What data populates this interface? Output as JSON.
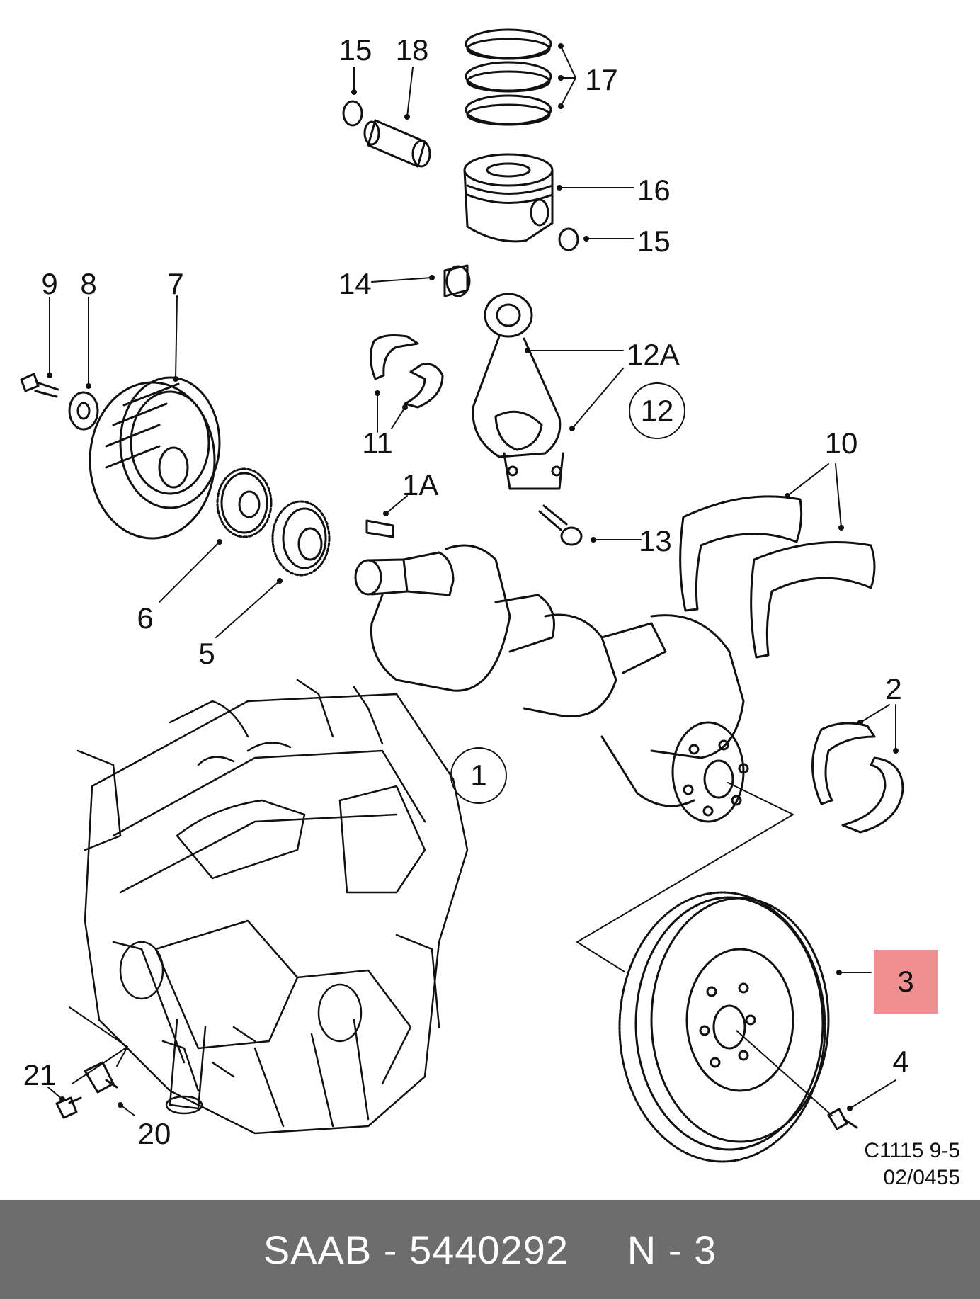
{
  "callouts": {
    "c15a": "15",
    "c18": "18",
    "c17": "17",
    "c16": "16",
    "c15b": "15",
    "c14": "14",
    "c9": "9",
    "c8": "8",
    "c7": "7",
    "c12a": "12A",
    "c12": "12",
    "c11": "11",
    "c1a": "1A",
    "c10": "10",
    "c13": "13",
    "c6": "6",
    "c5": "5",
    "c2": "2",
    "c1": "1",
    "c3": "3",
    "c4": "4",
    "c21": "21",
    "c20": "20"
  },
  "drawing_code": {
    "line1": "C1115 9-5",
    "line2": "02/0455"
  },
  "highlight": {
    "part": "3",
    "color": "#f08f8f"
  },
  "footer": {
    "text": "SAAB - 5440292     N - 3",
    "background": "#6d6d6d"
  }
}
